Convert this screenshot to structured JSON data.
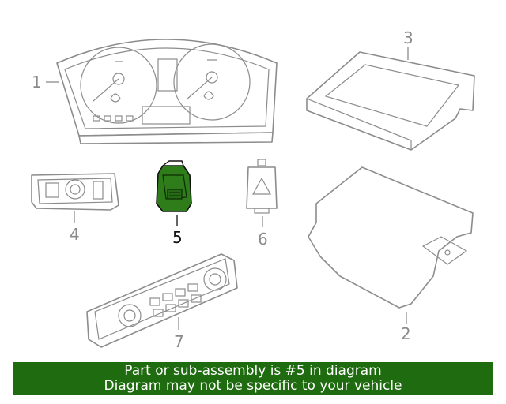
{
  "callouts": {
    "c1": "1",
    "c2": "2",
    "c3": "3",
    "c4": "4",
    "c5": "5",
    "c6": "6",
    "c7": "7"
  },
  "highlighted_part": "5",
  "highlight_color": "#2f7d1a",
  "banner": {
    "line1": "Part or sub-assembly is #5 in diagram",
    "line2": "Diagram may not be specific to your vehicle",
    "background": "#1f6b0f"
  }
}
